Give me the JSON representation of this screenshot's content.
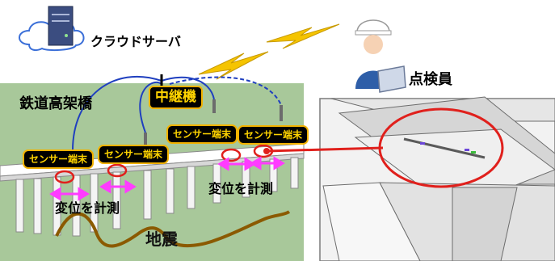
{
  "labels": {
    "cloud_server": "クラウドサーバ",
    "inspector": "点検員",
    "viaduct": "鉄道高架橋",
    "repeater": "中継機",
    "sensor": "センサー端末",
    "measure": "変位を計測",
    "earthquake": "地震"
  },
  "colors": {
    "ground": "#a8c89a",
    "signal_line": "#1f3fbf",
    "arrow": "#ff3cff",
    "callout": "#e0201c",
    "wave": "#8b5a00",
    "lightning": "#f5c400",
    "tag_text": "#ffd400"
  },
  "icons": [
    "cloud-icon",
    "server-icon",
    "lightning-icon",
    "inspector-icon",
    "tablet-icon"
  ]
}
